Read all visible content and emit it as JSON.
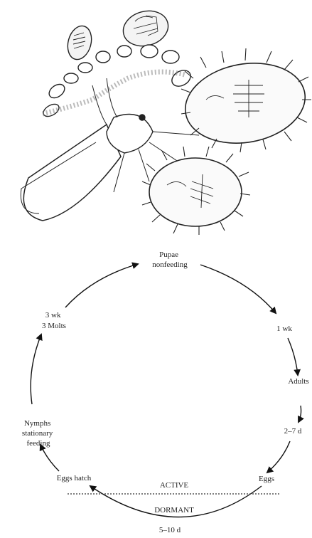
{
  "cycle": {
    "pupae": [
      "Pupae",
      "nonfeeding"
    ],
    "pupae_to_adults_time": "1 wk",
    "adults": "Adults",
    "adults_to_eggs_time": "2–7 d",
    "eggs": "Eggs",
    "eggs_hatch": "Eggs hatch",
    "hatch_time": "5–10 d",
    "nymphs": [
      "Nymphs",
      "stationary",
      "feeding"
    ],
    "nymph_stage": [
      "3 wk",
      "3 Molts"
    ],
    "active_label": "ACTIVE",
    "dormant_label": "DORMANT"
  }
}
